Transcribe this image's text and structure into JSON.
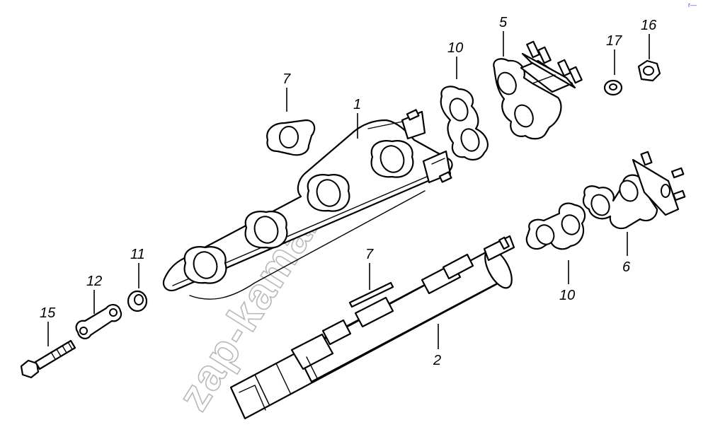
{
  "watermark": "zap-kamaz.ru",
  "corner_mark": "r—",
  "callouts": [
    {
      "id": "c1",
      "label": "1"
    },
    {
      "id": "c2",
      "label": "2"
    },
    {
      "id": "c5",
      "label": "5"
    },
    {
      "id": "c6",
      "label": "6"
    },
    {
      "id": "c7a",
      "label": "7"
    },
    {
      "id": "c7b",
      "label": "7"
    },
    {
      "id": "c10a",
      "label": "10"
    },
    {
      "id": "c10b",
      "label": "10"
    },
    {
      "id": "c11",
      "label": "11"
    },
    {
      "id": "c12",
      "label": "12"
    },
    {
      "id": "c15",
      "label": "15"
    },
    {
      "id": "c16",
      "label": "16"
    },
    {
      "id": "c17",
      "label": "17"
    }
  ]
}
